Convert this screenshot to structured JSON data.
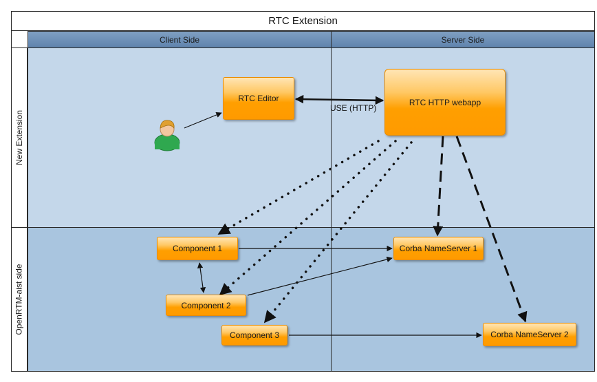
{
  "title": "RTC Extension",
  "columns": [
    "Client Side",
    "Server Side"
  ],
  "lanes": [
    "New Extension",
    "OpenRTM-aist side"
  ],
  "nodes": {
    "rtc_editor": "RTC Editor",
    "rtc_http_webapp": "RTC HTTP webapp",
    "component1": "Component 1",
    "component2": "Component 2",
    "component3": "Component 3",
    "nameserver1": "Corba NameServer 1",
    "nameserver2": "Corba NameServer 2"
  },
  "edge_labels": {
    "use_http": "USE (HTTP)"
  },
  "colors": {
    "node_fill": "#ff9a00",
    "lane_top": "#c4d7ea",
    "lane_bottom": "#a9c5df",
    "header": "#6b8db5"
  },
  "icons": {
    "user": "user-icon"
  }
}
